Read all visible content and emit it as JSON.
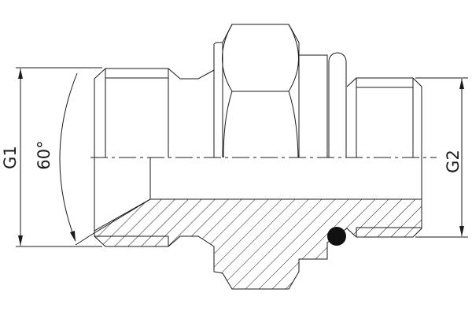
{
  "drawing": {
    "labels": {
      "thread_left": "G1",
      "angle": "60°",
      "thread_right": "G2"
    },
    "colors": {
      "line": "#1a1a1a",
      "o_ring": "#111111",
      "background": "#ffffff"
    }
  }
}
